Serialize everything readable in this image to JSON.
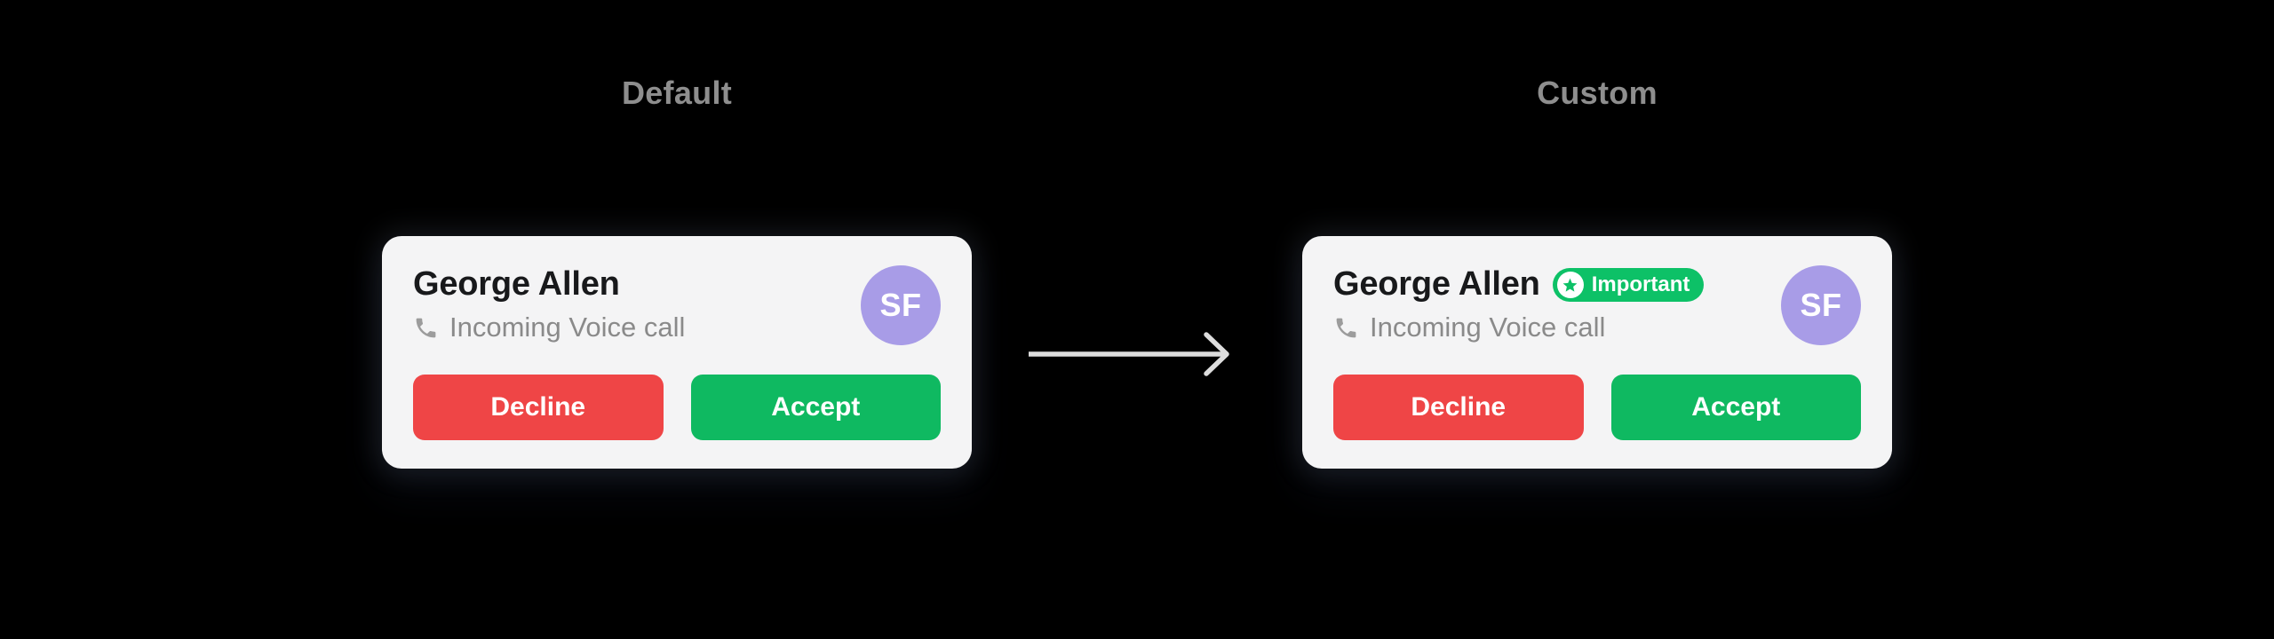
{
  "theme": {
    "bg": "#000000",
    "card-bg": "#F4F4F5",
    "name-color": "#18191B",
    "subtitle-color": "#8A8A8A",
    "icon-gray": "#9C9C9C",
    "title-color": "#8E8E8E",
    "arrow-color": "#DDDDDD",
    "decline-red": "#EF4546",
    "accept-green": "#0FB961",
    "badge-green": "#0DC167",
    "avatar-purple": "#A89CE7",
    "button-text": "#FFFFFF"
  },
  "icons": {
    "phone-icon": "telephone-receiver",
    "star-icon": "★",
    "arrow-right-icon": "→"
  },
  "panels": {
    "default": {
      "title": "Default",
      "card": {
        "name": "George Allen",
        "subtitle": "Incoming Voice call",
        "avatar_initials": "SF",
        "decline_label": "Decline",
        "accept_label": "Accept"
      }
    },
    "custom": {
      "title": "Custom",
      "card": {
        "name": "George Allen",
        "badge_label": "Important",
        "subtitle": "Incoming Voice call",
        "avatar_initials": "SF",
        "decline_label": "Decline",
        "accept_label": "Accept"
      }
    }
  }
}
